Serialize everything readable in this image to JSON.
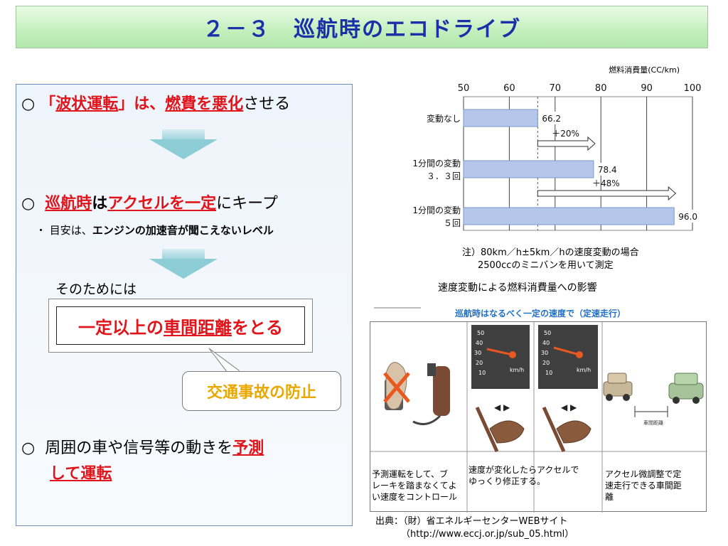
{
  "title": "２－３　巡航時のエコドライブ",
  "left": {
    "item1": {
      "bullet": "○",
      "prefix": "「",
      "red1": "波状運転",
      "mid": "」は、",
      "red2": "燃費を悪化",
      "suffix": "させる"
    },
    "item2": {
      "bullet": "○",
      "red1": "巡航時",
      "mid": "は",
      "red2": "アクセルを一定",
      "suffix": "にキープ"
    },
    "item2_note": {
      "dot": "・",
      "text1": "目安は、",
      "text2": "エンジンの加速音が聞こえないレベル"
    },
    "therefore": "そのためには",
    "distance_box": {
      "text1": "一定以上の",
      "text2": "車間距離",
      "text3": "をとる"
    },
    "callout": "交通事故の防止",
    "item3": {
      "bullet": "○",
      "line1": "周囲の車や信号等の動きを",
      "red1": "予測",
      "red2": "して運転"
    }
  },
  "chart_data": {
    "type": "bar",
    "title": "速度変動による燃料消費量への影響",
    "unit_label": "燃料消費量(CC/km)",
    "xlim": [
      50,
      100
    ],
    "xticks": [
      50,
      60,
      70,
      80,
      90,
      100
    ],
    "orientation": "horizontal",
    "categories": [
      {
        "line1": "変動なし",
        "line2": ""
      },
      {
        "line1": "1分間の変動",
        "line2": "３．３回"
      },
      {
        "line1": "1分間の変動",
        "line2": "５回"
      }
    ],
    "values": [
      66.2,
      78.4,
      96.0
    ],
    "value_labels": [
      "66.2",
      "78.4",
      "96.0"
    ],
    "increase_labels": [
      "＋20%",
      "＋48%"
    ],
    "note_line1": "注）80km／h±5km／hの速度変動の場合",
    "note_line2": "2500ccのミニバンを用いて測定",
    "bar_color": "#b4c6ea",
    "bar_border": "#7e95c8"
  },
  "illustration": {
    "title": "巡航時はなるべく一定の速度で（定速走行）",
    "speed_unit": "km/h",
    "gauge_ticks": [
      "50",
      "40",
      "30",
      "20",
      "10"
    ],
    "distance_label": "車間距離",
    "panel1_text": [
      "予測運転をして、ブ",
      "レーキを踏まなくてよ",
      "い速度をコントロール"
    ],
    "panel2_text": [
      "速度が変化したらアクセルで",
      "ゆっくり修正する。"
    ],
    "panel3_text": [
      "アクセル微調整で定",
      "速走行できる車間距",
      "離"
    ]
  },
  "source": {
    "line1": "出典：（財）省エネルギーセンターWEBサイト",
    "line2": "（http://www.eccj.or.jp/sub_05.html）"
  }
}
